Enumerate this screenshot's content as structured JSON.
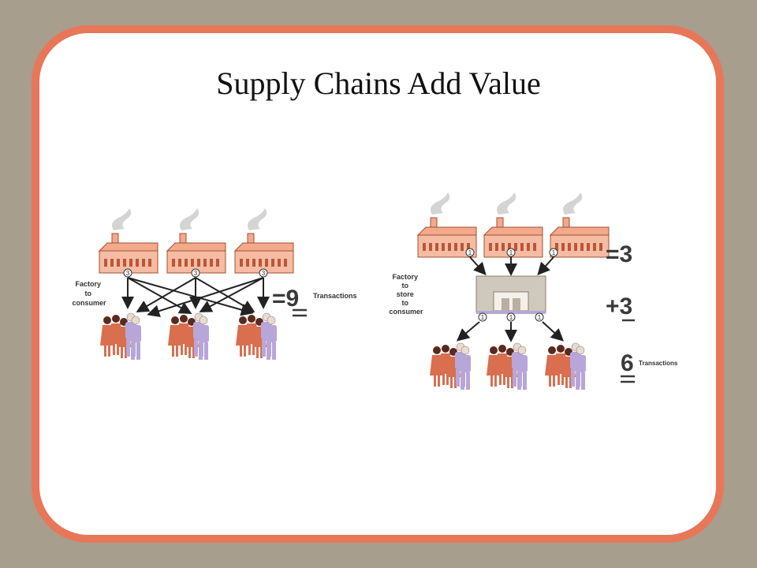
{
  "title": "Supply Chains Add Value",
  "left_diagram": {
    "label_lines": [
      "Factory",
      "to",
      "consumer"
    ],
    "factory_badge": "3",
    "total": "=9",
    "total_caption": "Transactions"
  },
  "right_diagram": {
    "label_lines": [
      "Factory",
      "to",
      "store",
      "to",
      "consumer"
    ],
    "badge": "1",
    "first_total": "=3",
    "second_total": "+3",
    "grand_total": "6",
    "grand_caption": "Transactions"
  },
  "colors": {
    "frame": "#e8775a",
    "factory": "#f2a98c",
    "person_orange": "#d96f4e",
    "person_lavender": "#b7a6d8",
    "store": "#cfc8bd"
  }
}
